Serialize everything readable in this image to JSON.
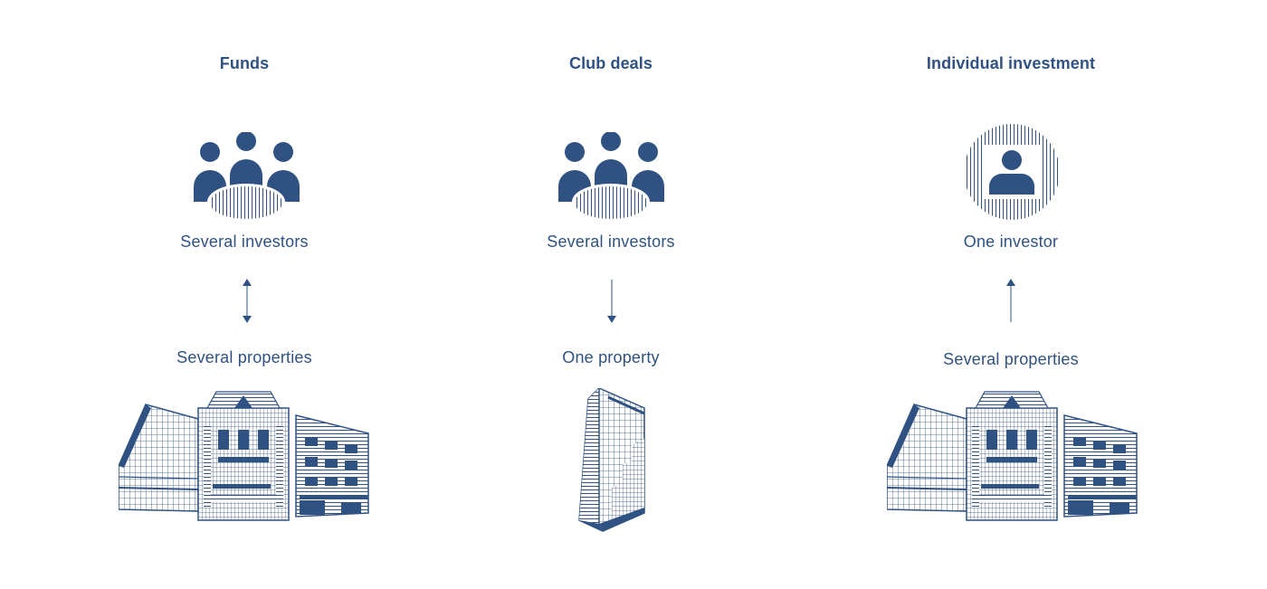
{
  "columns": [
    {
      "title": "Funds",
      "investors_label": "Several investors",
      "properties_label": "Several properties"
    },
    {
      "title": "Club deals",
      "investors_label": "Several investors",
      "properties_label": "One property"
    },
    {
      "title": "Individual investment",
      "investors_label": "One investor",
      "properties_label": "Several properties"
    }
  ],
  "colors": {
    "primary": "#2f5283",
    "background": "#ffffff"
  },
  "icons": [
    "investor-group-icon",
    "single-investor-icon",
    "double-arrow-icon",
    "down-arrow-icon",
    "up-arrow-icon",
    "building-group-icon",
    "tower-building-icon"
  ]
}
